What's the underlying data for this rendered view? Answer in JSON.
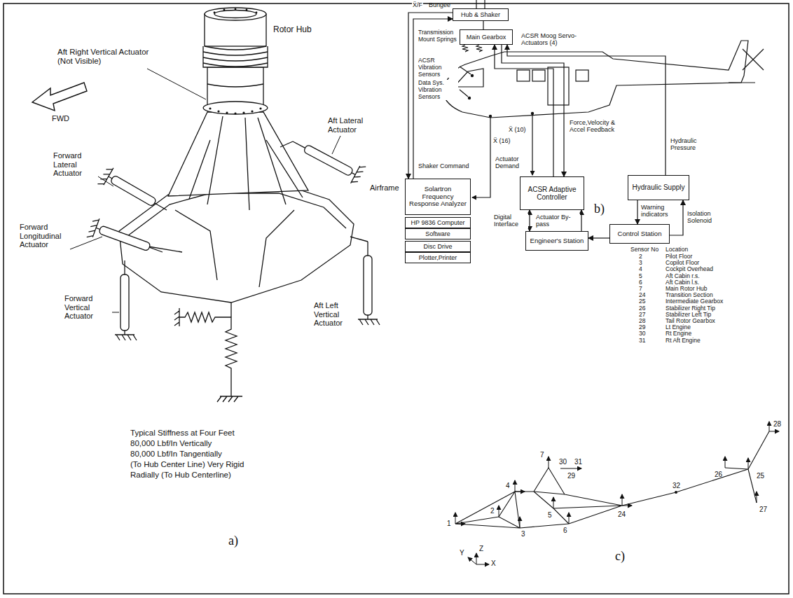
{
  "diagram": {
    "nodes": [
      {
        "text": [
          "Hub & Shaker"
        ]
      },
      {
        "text": [
          "Main Gearbox"
        ]
      },
      {
        "text": [
          "Solartron Frequency Response Analyzer"
        ]
      },
      {
        "text": [
          "HP 9836 Computer"
        ]
      },
      {
        "text": [
          "Software"
        ]
      },
      {
        "text": [
          "Disc Drive"
        ]
      },
      {
        "text": [
          "Plotter,Printer"
        ]
      },
      {
        "text": [
          "ACSR Adaptive Controller"
        ]
      },
      {
        "text": [
          "Hydraulic Supply"
        ]
      },
      {
        "text": [
          "Engineer's Station"
        ]
      },
      {
        "text": [
          "Control Station"
        ]
      }
    ],
    "edges": [
      {
        "from": 0,
        "to": 2,
        "arrow": "to",
        "label": "Ẍ/F"
      },
      {
        "from": 2,
        "to": 0,
        "arrow": "to",
        "label": "Shaker Command"
      },
      {
        "from": 7,
        "to": 1,
        "arrow": "to",
        "label": "Actuator Demand"
      },
      {
        "from": 1,
        "to": 7,
        "arrow": "to",
        "label": "Force,Velocity & Accel Feedback"
      },
      {
        "from": 8,
        "to": 1,
        "arrow": "to",
        "label": "Hydraulic Pressure"
      },
      {
        "from": 8,
        "to": 10,
        "arrow": "to",
        "label": "Warning indicators"
      },
      {
        "from": 10,
        "to": 8,
        "arrow": "to",
        "label": "Isolation Solenoid"
      },
      {
        "from": 9,
        "to": 7,
        "arrow": "both",
        "label": "Digital Interface"
      },
      {
        "from": 9,
        "to": 7,
        "arrow": "to",
        "label": "Actuator By-pass"
      },
      {
        "from": 10,
        "to": 9,
        "arrow": "to"
      }
    ],
    "labels": [
      "Rotor Hub",
      "Aft Right Vertical Actuator (Not Visible)",
      "FWD",
      "Aft Lateral Actuator",
      "Forward Lateral Actuator",
      "Airframe",
      "Forward Longitudinal Actuator",
      "Forward Vertical Actuator",
      "Aft Left Vertical Actuator",
      "Typical Stiffness at Four Feet",
      "80,000 Lbf/In Vertically",
      "80,000 Lbf/In Tangentially",
      "(To Hub Center Line) Very Rigid",
      "Radially (To Hub Centerline)",
      "a)",
      "Bungee",
      "ACSR Moog Servo-Actuators (4)",
      "Transmission Mount Springs",
      "ACSR Vibration Sensors",
      "Data Sys. Vibration Sensors",
      "Ẍ (16)",
      "Ẍ (10)",
      "b)",
      "Sensor No",
      "Location",
      "2",
      "Pilot Floor",
      "3",
      "Copilot Floor",
      "4",
      "Cockpit Overhead",
      "5",
      "Aft Cabin r.s.",
      "6",
      "Aft Cabin l.s.",
      "7",
      "Main Rotor Hub",
      "24",
      "Transition Section",
      "25",
      "Intermediate Gearbox",
      "26",
      "Stabilizer Right Tip",
      "27",
      "Stabilizer Left Tip",
      "28",
      "Tail Rotor Gearbox",
      "29",
      "Lt Engine",
      "30",
      "Rt Engine",
      "31",
      "Rt Aft Engine",
      "1",
      "2",
      "3",
      "4",
      "5",
      "6",
      "7",
      "30",
      "31",
      "29",
      "24",
      "32",
      "26",
      "25",
      "28",
      "27",
      "Z",
      "Y",
      "X",
      "c)"
    ]
  }
}
